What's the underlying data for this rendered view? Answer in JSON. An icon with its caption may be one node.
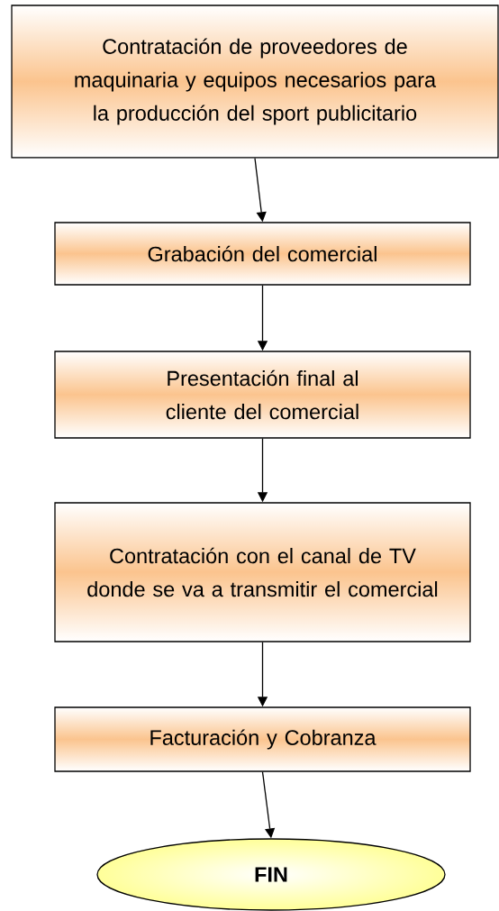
{
  "diagram": {
    "nodes": [
      {
        "text": [
          "Contratación de proveedores de maquinaria y equipos necesarios para la producción del sport publicitario"
        ]
      },
      {
        "text": [
          "Grabación del comercial"
        ]
      },
      {
        "text": [
          "Presentación final al cliente del comercial"
        ]
      },
      {
        "text": [
          "Contratación con el canal de TV donde se va a transmitir el comercial"
        ]
      },
      {
        "text": [
          "Facturación y Cobranza"
        ]
      },
      {
        "text": [
          "FIN"
        ]
      }
    ],
    "edges": [
      {
        "from": 0,
        "to": 1,
        "arrow": "to"
      },
      {
        "from": 1,
        "to": 2,
        "arrow": "to"
      },
      {
        "from": 2,
        "to": 3,
        "arrow": "to"
      },
      {
        "from": 3,
        "to": 4,
        "arrow": "to"
      },
      {
        "from": 4,
        "to": 5,
        "arrow": "to"
      }
    ]
  }
}
